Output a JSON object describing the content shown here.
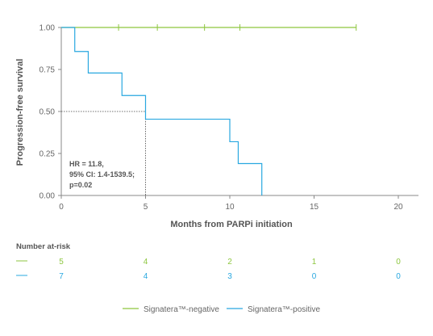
{
  "colors": {
    "negative": "#8dc63f",
    "positive": "#29a8e0",
    "axis": "#888888",
    "text": "#555555"
  },
  "chart_data": {
    "type": "line",
    "subtype": "kaplan-meier",
    "xlabel": "Months from PARPi initiation",
    "ylabel": "Progression-free survival",
    "xlim": [
      0,
      21
    ],
    "ylim": [
      0,
      1
    ],
    "xticks": [
      0,
      5,
      10,
      15,
      20
    ],
    "yticks": [
      0,
      0.25,
      0.5,
      0.75,
      1.0
    ],
    "xtick_labels": [
      "0",
      "5",
      "10",
      "15",
      "20"
    ],
    "ytick_labels": [
      "0.00",
      "0.25",
      "0.50",
      "0.75",
      "1.00"
    ],
    "grid": false,
    "series": [
      {
        "name": "Signatera™-negative",
        "color": "#8dc63f",
        "steps": [
          [
            0,
            1.0
          ],
          [
            17.5,
            1.0
          ]
        ],
        "censor_times": [
          3.4,
          5.7,
          8.5,
          10.6,
          17.5
        ]
      },
      {
        "name": "Signatera™-positive",
        "color": "#29a8e0",
        "steps": [
          [
            0,
            1.0
          ],
          [
            0.8,
            0.857
          ],
          [
            1.6,
            0.729
          ],
          [
            3.6,
            0.595
          ],
          [
            5.0,
            0.454
          ],
          [
            10.0,
            0.32
          ],
          [
            10.5,
            0.19
          ],
          [
            11.9,
            0.0
          ]
        ],
        "censor_times": []
      }
    ],
    "median_line": {
      "x": 5.0,
      "y": 0.5
    },
    "annotation": {
      "lines": [
        "HR = 11.8,",
        "95% CI: 1.4-1539.5;",
        "p=0.02"
      ]
    },
    "at_risk": {
      "title": "Number at-risk",
      "times": [
        0,
        5,
        10,
        15,
        20
      ],
      "rows": [
        {
          "name": "Signatera™-negative",
          "values": [
            "5",
            "4",
            "2",
            "1",
            "0"
          ]
        },
        {
          "name": "Signatera™-positive",
          "values": [
            "7",
            "4",
            "3",
            "0",
            "0"
          ]
        }
      ]
    },
    "legend": {
      "placement": "bottom-center",
      "items": [
        "Signatera™-negative",
        "Signatera™-positive"
      ]
    }
  }
}
